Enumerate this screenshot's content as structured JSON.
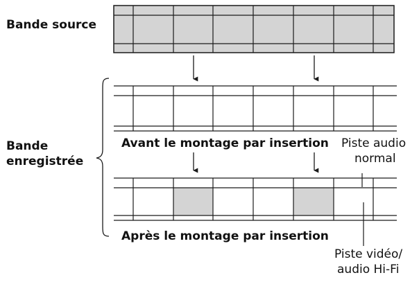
{
  "labels": {
    "source_tape": "Bande source",
    "recorded_tape_line1": "Bande",
    "recorded_tape_line2": "enregistrée",
    "before_insert": "Avant le montage par insertion",
    "after_insert": "Après le montage par insertion",
    "normal_audio_line1": "Piste audio",
    "normal_audio_line2": "normal",
    "video_hifi_line1": "Piste vidéo/",
    "video_hifi_line2": "audio Hi-Fi"
  },
  "colors": {
    "line": "#1a1a1a",
    "frame_fill": "#d4d4d4",
    "background": "#ffffff"
  },
  "tapes": {
    "source": {
      "frames": 8,
      "filled": [
        true,
        true,
        true,
        true,
        true,
        true,
        true,
        true
      ]
    },
    "before": {
      "frames": 8,
      "filled": [
        false,
        false,
        false,
        false,
        false,
        false,
        false,
        false
      ]
    },
    "after": {
      "frames": 8,
      "filled": [
        false,
        false,
        true,
        false,
        false,
        true,
        false,
        false
      ]
    }
  }
}
